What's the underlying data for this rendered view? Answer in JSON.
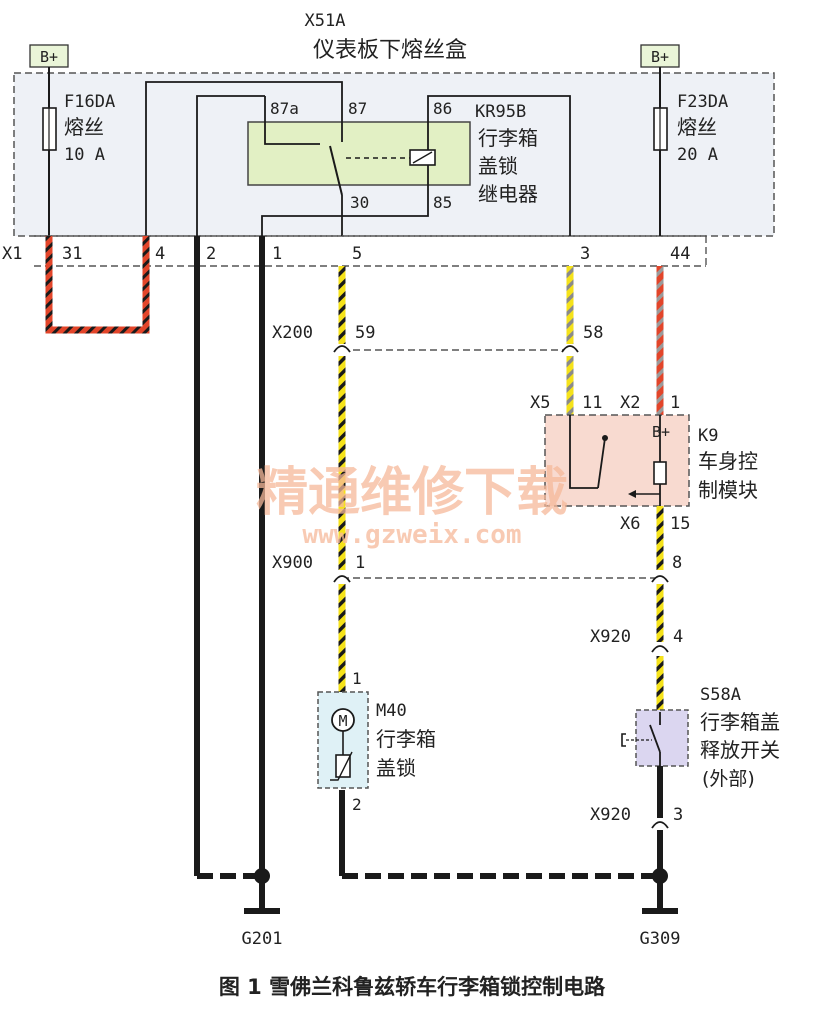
{
  "colors": {
    "fuse_box_fill": "#eef1f6",
    "relay_fill": "#e2f0c4",
    "module_fill": "#f8dad0",
    "motor_fill": "#dff1f6",
    "switch_fill": "#dbd6f0",
    "wire_black": "#1a1a1a",
    "wire_yellow": "#f5e21a",
    "wire_red": "#e2452a",
    "wire_gray": "#9a9a9a",
    "watermark": "#f5b89a"
  },
  "labels": {
    "fuse_box_code": "X51A",
    "fuse_box_name": "仪表板下熔丝盒",
    "b_plus_left": "B+",
    "b_plus_right": "B+",
    "fuse_left_code": "F16DA",
    "fuse_left_name": "熔丝",
    "fuse_left_rating": "10 A",
    "fuse_right_code": "F23DA",
    "fuse_right_name": "熔丝",
    "fuse_right_rating": "20 A",
    "relay_code": "KR95B",
    "relay_name_1": "行李箱",
    "relay_name_2": "盖锁",
    "relay_name_3": "继电器",
    "pin_87a": "87a",
    "pin_87": "87",
    "pin_86": "86",
    "pin_30": "30",
    "pin_85": "85",
    "x1_label": "X1",
    "x1_pin_31": "31",
    "x1_pin_4": "4",
    "x1_pin_2": "2",
    "x1_pin_1": "1",
    "x1_pin_5": "5",
    "x1_pin_3": "3",
    "x1_pin_44": "44",
    "x200_label": "X200",
    "x200_pin_59": "59",
    "x200_pin_58": "58",
    "x5_label": "X5",
    "x5_pin_11": "11",
    "x2_label": "X2",
    "x2_pin_1": "1",
    "module_code": "K9",
    "module_name_1": "车身控",
    "module_name_2": "制模块",
    "module_bplus": "B+",
    "x6_label": "X6",
    "x6_pin_15": "15",
    "x900_label": "X900",
    "x900_pin_1": "1",
    "x900_pin_8": "8",
    "x920_label_top": "X920",
    "x920_pin_4": "4",
    "motor_pin_1": "1",
    "motor_code": "M40",
    "motor_name_1": "行李箱",
    "motor_name_2": "盖锁",
    "motor_symbol": "M",
    "motor_pin_2": "2",
    "switch_code": "S58A",
    "switch_name_1": "行李箱盖",
    "switch_name_2": "释放开关",
    "switch_name_3": "(外部)",
    "x920_label_bottom": "X920",
    "x920_pin_3": "3",
    "ground_left": "G201",
    "ground_right": "G309",
    "watermark_cn": "精通维修下载",
    "watermark_url": "www.gzweix.com",
    "caption": "图 1   雪佛兰科鲁兹轿车行李箱锁控制电路"
  }
}
